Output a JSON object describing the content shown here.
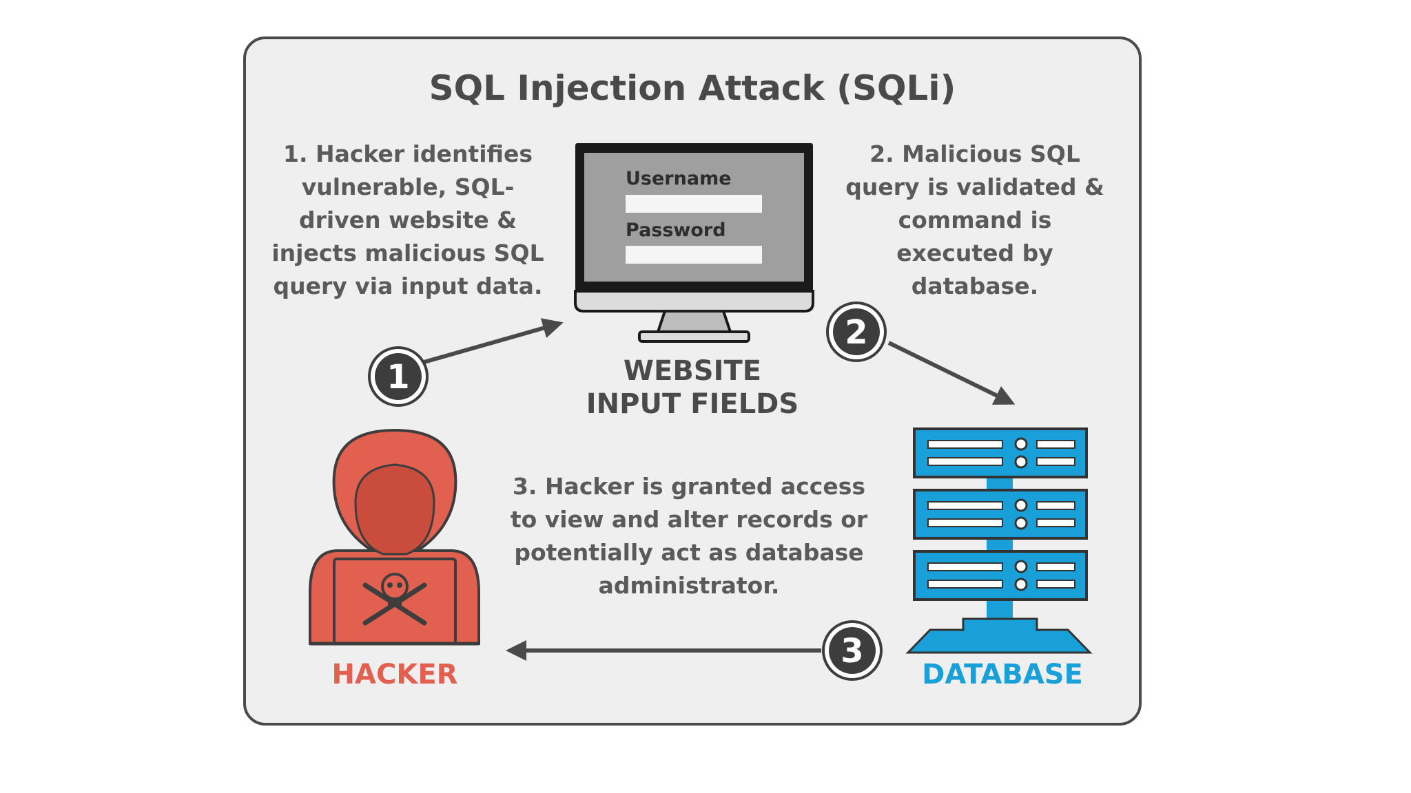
{
  "title": "SQL Injection Attack (SQLi)",
  "steps": {
    "step1": {
      "badge": "1",
      "lines": [
        "1. Hacker identifies",
        "vulnerable, SQL-",
        "driven website &",
        "injects malicious SQL",
        "query via input data."
      ]
    },
    "step2": {
      "badge": "2",
      "lines": [
        "2. Malicious SQL",
        "query is validated &",
        "command is",
        "executed by",
        "database."
      ]
    },
    "step3": {
      "badge": "3",
      "lines": [
        "3. Hacker is granted access",
        "to view and alter records or",
        "potentially act as database",
        "administrator."
      ]
    }
  },
  "website": {
    "username_label": "Username",
    "password_label": "Password",
    "label_lines": [
      "WEBSITE",
      "INPUT FIELDS"
    ]
  },
  "hacker": {
    "label": "HACKER",
    "icon": "hooded-hacker-icon"
  },
  "database": {
    "label": "DATABASE",
    "icon": "server-rack-icon"
  },
  "colors": {
    "panel_background": "#efefef",
    "panel_border": "#4a4a4a",
    "text_dark": "#4a4a4a",
    "hacker_red": "#e2604f",
    "database_blue": "#1aa0d8",
    "monitor_screen": "#9f9f9f",
    "badge_fill": "#3d3d3d"
  }
}
